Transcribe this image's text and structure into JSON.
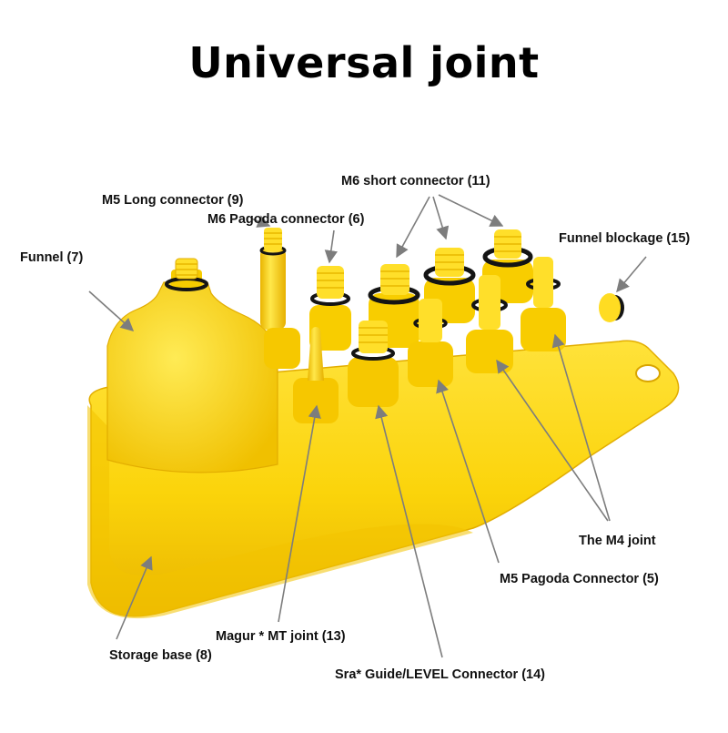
{
  "title": "Universal joint",
  "labels": {
    "m6_short": "M6 short connector (11)",
    "m5_long": "M5 Long connector (9)",
    "m6_pagoda": "M6 Pagoda connector (6)",
    "funnel": "Funnel (7)",
    "funnel_blockage": "Funnel blockage (15)",
    "m4_joint": "The M4 joint",
    "m5_pagoda": "M5 Pagoda Connector (5)",
    "magur": "Magur * MT joint (13)",
    "storage_base": "Storage base (8)",
    "sra": "Sra* Guide/LEVEL Connector (14)"
  },
  "colors": {
    "body": "#fbd40b",
    "shadow": "#e7b400",
    "highlight": "#fff170",
    "ring": "#141414",
    "arrow": "#7d7d7d"
  }
}
